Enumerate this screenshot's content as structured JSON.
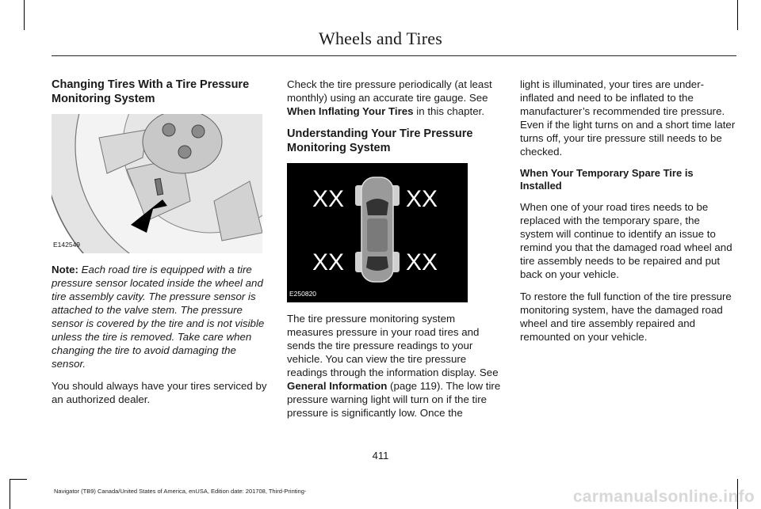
{
  "header": {
    "title": "Wheels and Tires"
  },
  "col1": {
    "heading": "Changing Tires With a Tire Pressure Monitoring System",
    "figure_code": "E142549",
    "note_label": "Note:",
    "note_text": " Each road tire is equipped with a tire pressure sensor located inside the wheel and tire assembly cavity. The pressure sensor is attached to the valve stem. The pressure sensor is covered by the tire and is not visible unless the tire is removed. Take care when changing the tire to avoid damaging the sensor.",
    "para2": "You should always have your tires serviced by an authorized dealer."
  },
  "col2": {
    "para1_a": "Check the tire pressure periodically (at least monthly) using an accurate tire gauge. See ",
    "para1_link": "When Inflating Your Tires",
    "para1_b": " in this chapter.",
    "heading": "Understanding Your Tire Pressure Monitoring System",
    "figure_code": "E250820",
    "figure_readouts": [
      "XX",
      "XX",
      "XX",
      "XX"
    ],
    "para2_a": "The tire pressure monitoring system measures pressure in your road tires and sends the tire pressure readings to your vehicle. You can view the tire pressure readings through the information display. See ",
    "para2_link": "General Information",
    "para2_b": " (page 119). The low tire pressure warning light will turn on if the tire pressure is significantly low. Once the"
  },
  "col3": {
    "para1": "light is illuminated, your tires are under-inflated and need to be inflated to the manufacturer’s recommended tire pressure. Even if the light turns on and a short time later turns off, your tire pressure still needs to be checked.",
    "subheading": "When Your Temporary Spare Tire is Installed",
    "para2": "When one of your road tires needs to be replaced with the temporary spare, the system will continue to identify an issue to remind you that the damaged road wheel and tire assembly needs to be repaired and put back on your vehicle.",
    "para3": "To restore the full function of the tire pressure monitoring system, have the damaged road wheel and tire assembly repaired and remounted on your vehicle."
  },
  "footer": {
    "page_number": "411",
    "text": "Navigator (TB9) Canada/United States of America, enUSA, Edition date: 201708, Third-Printing-",
    "watermark": "carmanualsonline.info"
  }
}
